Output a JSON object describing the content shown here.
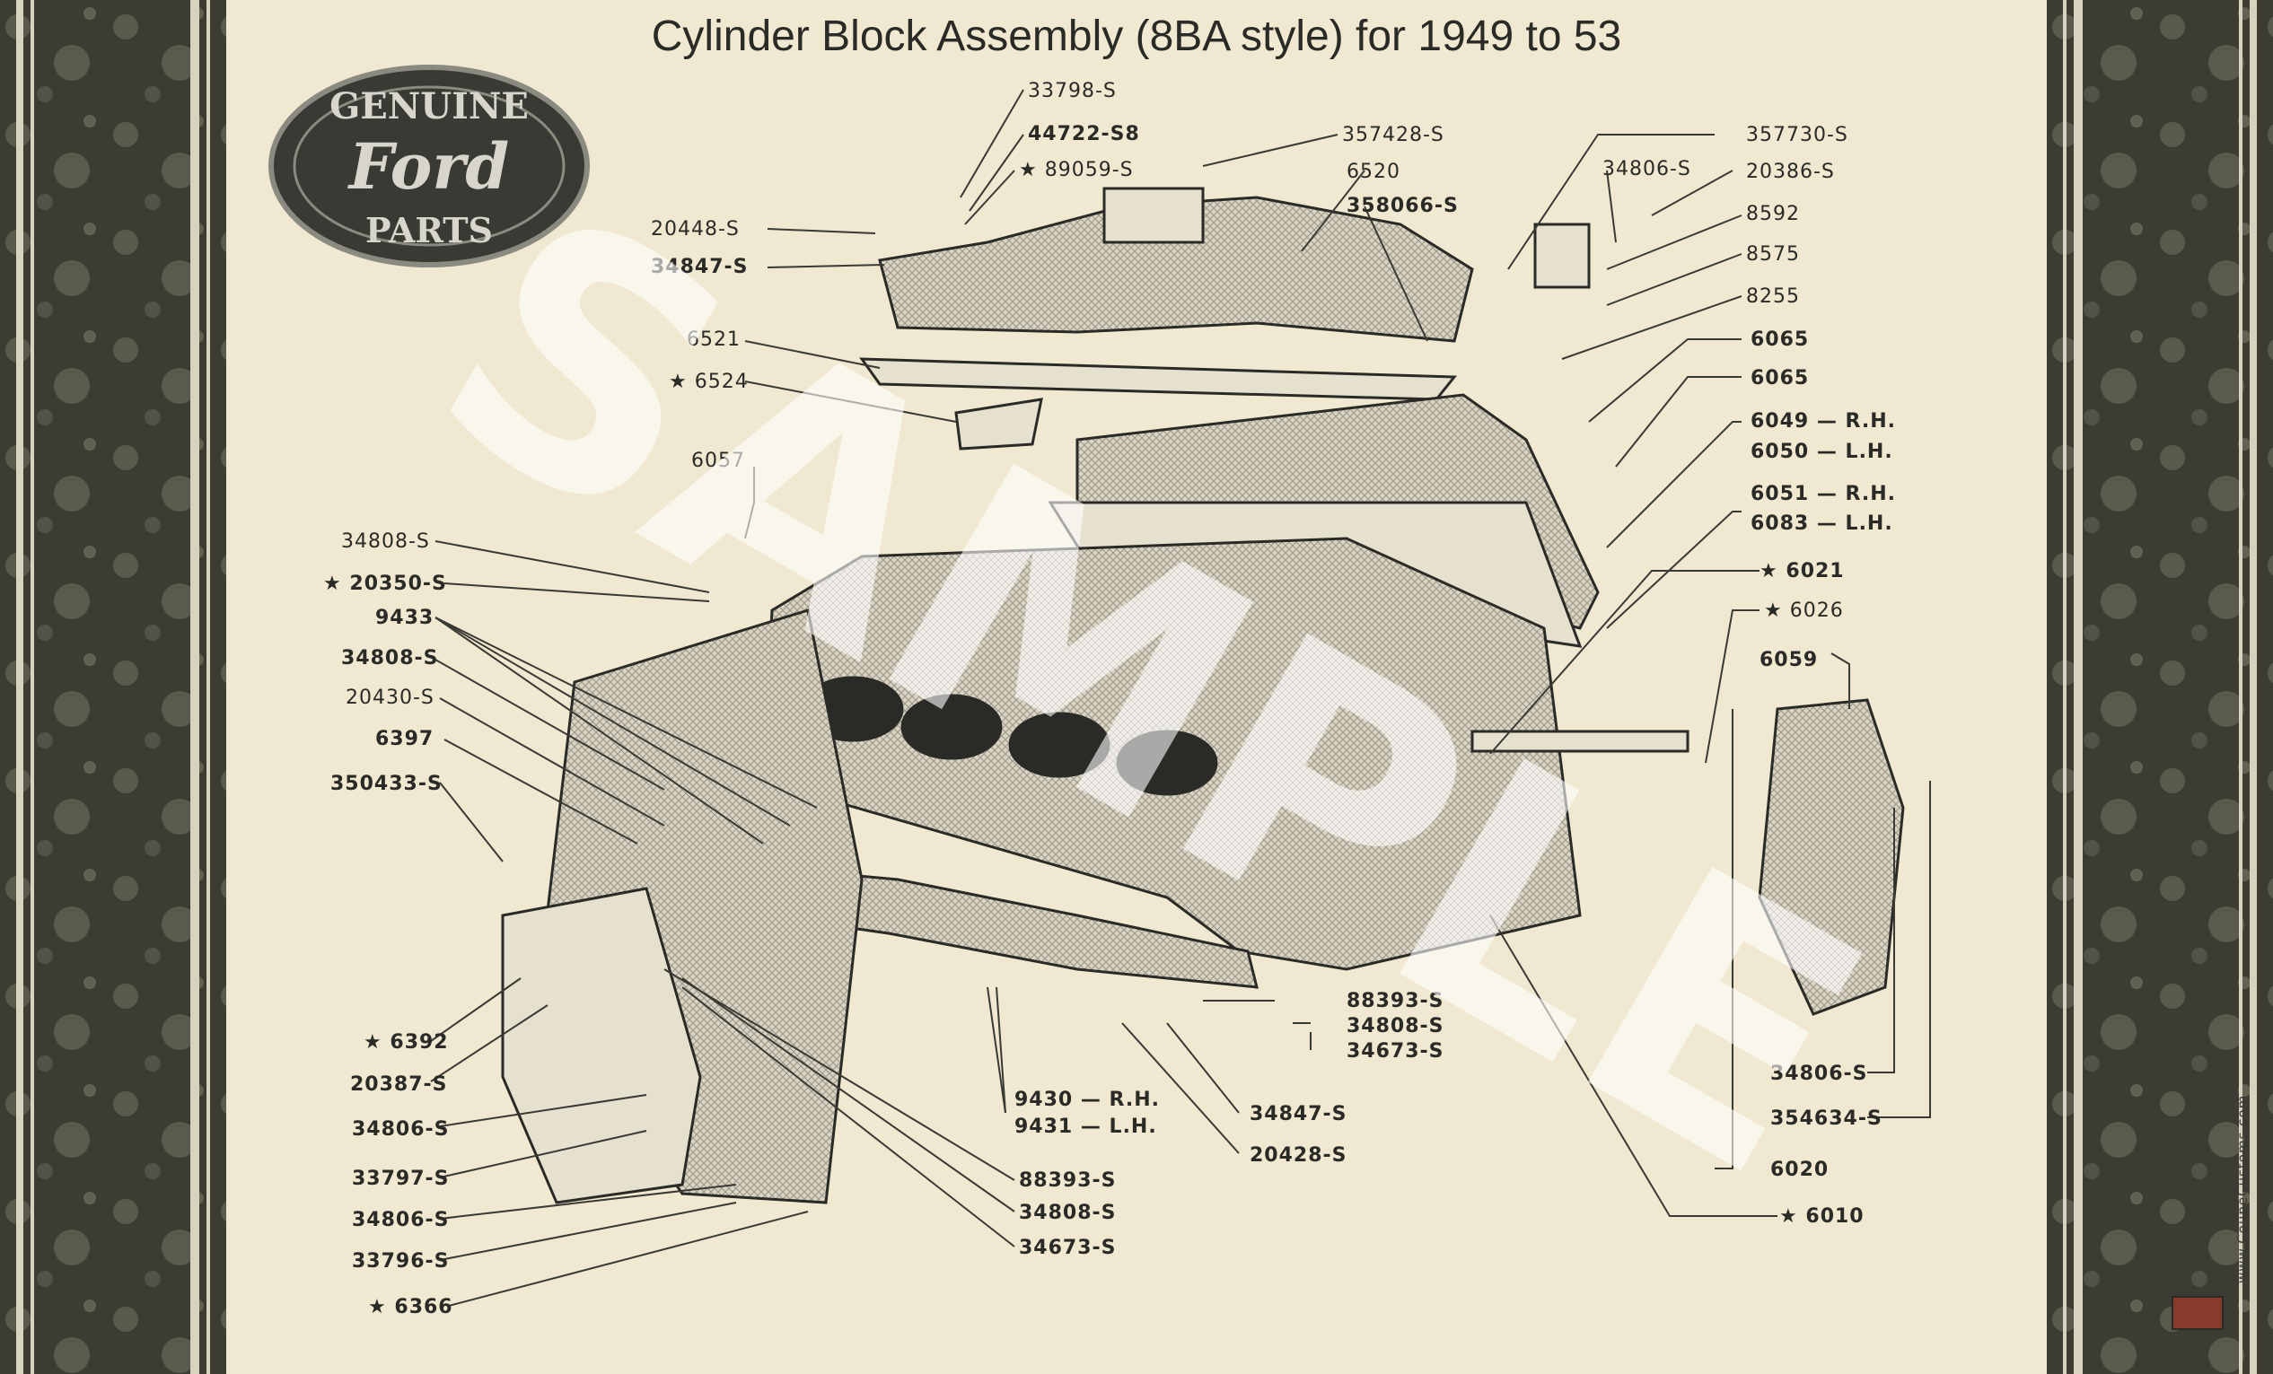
{
  "title": "Cylinder Block Assembly (8BA style) for 1949 to 53",
  "logo": {
    "top": "GENUINE",
    "brand": "Ford",
    "bottom": "PARTS"
  },
  "watermark": "SAMPLE",
  "credit": "www.CoupeCustoms.com",
  "colors": {
    "paper": "#f0e8d0",
    "border_dark": "#3c3c32",
    "ink": "#2a2a26",
    "part_fill": "#d9d4c4"
  },
  "labels": {
    "l1": "33798-S",
    "l2": "44722-S8",
    "l3": "★ 89059-S",
    "l4": "357428-S",
    "l5": "20448-S",
    "l6": "34847-S",
    "l7": "6520",
    "l8": "358066-S",
    "l9": "357730-S",
    "l10": "34806-S",
    "l11": "20386-S",
    "l12": "8592",
    "l13": "8575",
    "l14": "8255",
    "l15": "6521",
    "l16": "★ 6524",
    "l17": "6065",
    "l18": "6065",
    "l19": "6057",
    "l20": "6049 — R.H.",
    "l21": "6050 — L.H.",
    "l22": "6051 — R.H.",
    "l23": "6083 — L.H.",
    "l24": "34808-S",
    "l25": "★ 20350-S",
    "l26": "★ 6021",
    "l27": "9433",
    "l28": "★ 6026",
    "l29": "34808-S",
    "l30": "6059",
    "l31": "20430-S",
    "l32": "6397",
    "l33": "350433-S",
    "l34": "88393-S",
    "l35": "34808-S",
    "l36": "34673-S",
    "l37": "★ 6392",
    "l38": "20387-S",
    "l39": "34806-S",
    "l40": "354634-S",
    "l41": "9430 — R.H.",
    "l42": "9431 — L.H.",
    "l43": "34847-S",
    "l44": "34806-S",
    "l45": "20428-S",
    "l46": "6020",
    "l47": "33797-S",
    "l48": "88393-S",
    "l49": "34806-S",
    "l50": "34808-S",
    "l51": "★ 6010",
    "l52": "33796-S",
    "l53": "34673-S",
    "l54": "★ 6366"
  }
}
